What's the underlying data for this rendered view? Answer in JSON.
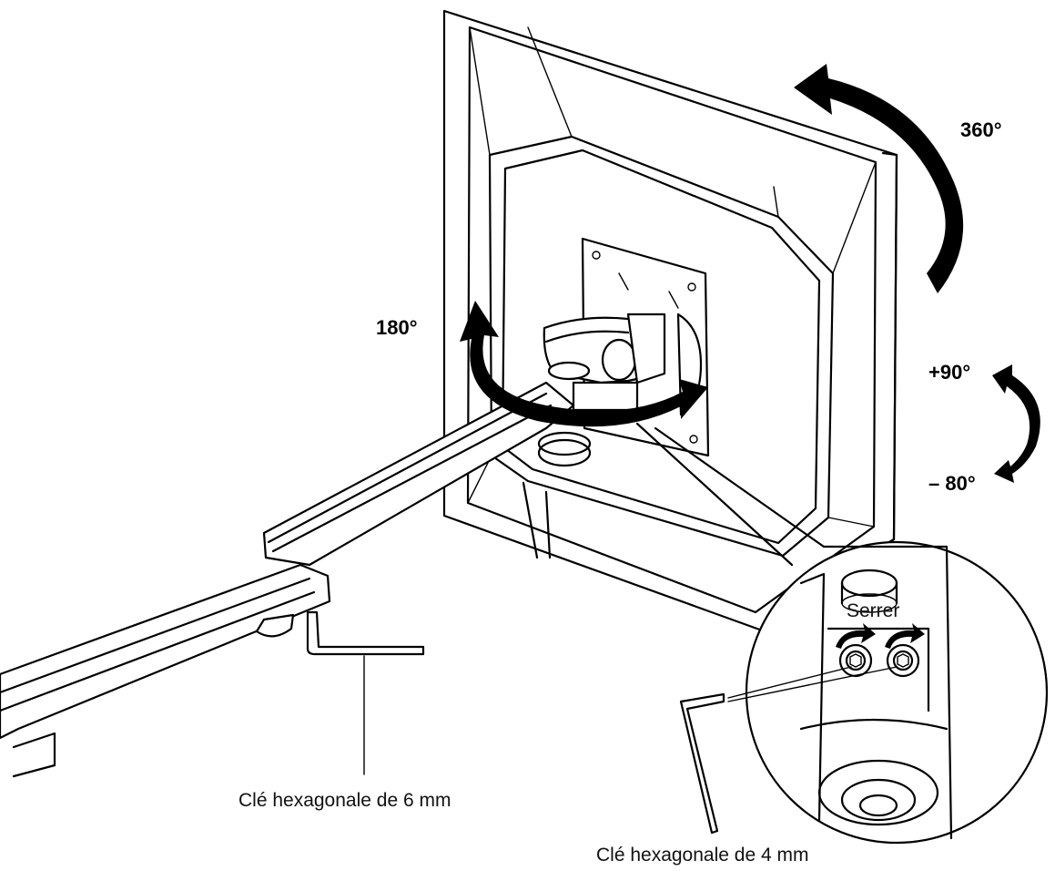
{
  "labels": {
    "rotate": "360°",
    "swivel": "180°",
    "tilt_up": "+90°",
    "tilt_down": "– 80°",
    "tighten": "Serrer",
    "key_6mm": "Clé hexagonale de 6 mm",
    "key_4mm": "Clé hexagonale de 4 mm"
  }
}
